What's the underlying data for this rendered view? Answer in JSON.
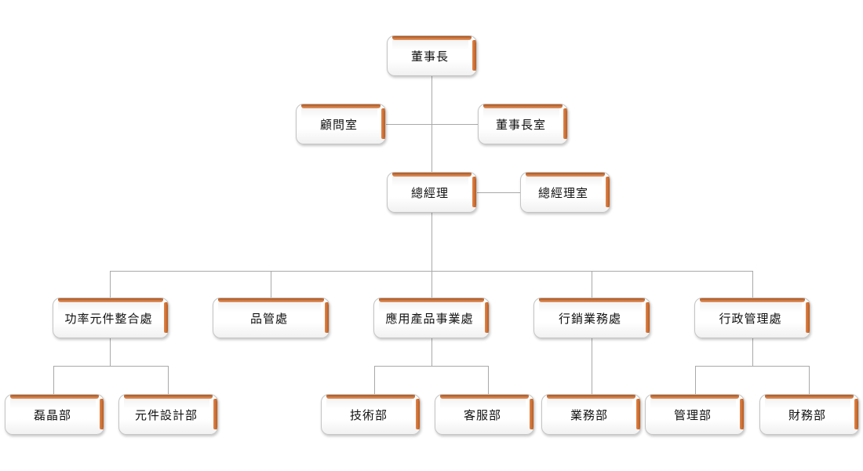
{
  "chairman": "董事長",
  "advisor_office": "顧問室",
  "chairman_office": "董事長室",
  "general_manager": "總經理",
  "gm_office": "總經理室",
  "divisions": [
    {
      "label": "功率元件整合處",
      "departments": [
        "磊晶部",
        "元件設計部"
      ]
    },
    {
      "label": "品管處",
      "departments": []
    },
    {
      "label": "應用產品事業處",
      "departments": [
        "技術部",
        "客服部"
      ]
    },
    {
      "label": "行銷業務處",
      "departments": [
        "業務部"
      ]
    },
    {
      "label": "行政管理處",
      "departments": [
        "管理部",
        "財務部"
      ]
    }
  ],
  "colors": {
    "accent": "#c8692d",
    "connector": "#a9a9a9",
    "text": "#111111"
  }
}
